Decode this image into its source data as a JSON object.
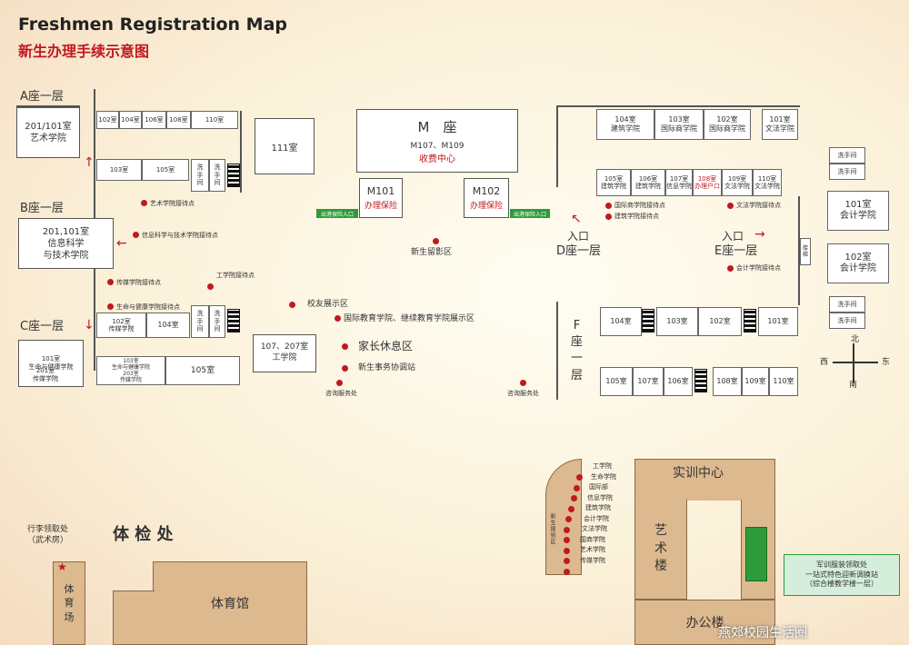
{
  "title_en": "Freshmen Registration Map",
  "title_cn": "新生办理手续示意图",
  "floors": {
    "a": "A座一层",
    "b": "B座一层",
    "c": "C座一层",
    "d_entry": "入口",
    "d": "D座一层",
    "e_entry": "入口",
    "e": "E座一层",
    "f": "F\n座\n一\n层"
  },
  "a_block": {
    "art": "201/101室\n艺术学院",
    "rooms_top": [
      "102室",
      "104室",
      "106室",
      "108室",
      "110室"
    ],
    "r103": "103室",
    "r105": "105室",
    "wash1": "洗\n手\n间",
    "wash2": "洗\n手\n间",
    "r111": "111室",
    "point": "艺术学院接待点"
  },
  "b_block": {
    "info": "201,101室\n信息科学\n与技术学院",
    "point1": "信息科学与技术学院接待点",
    "point2": "传媒学院接待点",
    "point3": "生命与健康学院接待点"
  },
  "c_block": {
    "r101": "101室\n生命与健康学院",
    "r201": "201室\n传媒学院",
    "r102": "102室\n传媒学院",
    "r104": "104室",
    "r103": "103室\n生命与健康学院\n203室\n传媒学院",
    "r105": "105室",
    "wash1": "洗\n手\n间",
    "wash2": "洗\n手\n间",
    "eng": "107、207室\n工学院",
    "eng_point": "工学院接待点"
  },
  "m_block": {
    "title": "M　座",
    "rooms": "M107、M109",
    "fee": "收费中心",
    "m101": "M101",
    "m101_sub": "办理保险",
    "m102": "M102",
    "m102_sub": "办理保险",
    "entry_left": "出港保险入口",
    "entry_right": "出港保险入口"
  },
  "center_labels": {
    "photo": "新生留影区",
    "alumni": "校友展示区",
    "intl": "国际教育学院、继续教育学院展示区",
    "parents": "家长休息区",
    "coord": "新生事务协调站",
    "consult1": "咨询服务处",
    "consult2": "咨询服务处"
  },
  "d_block": {
    "top_rooms": [
      "104室\n建筑学院",
      "103室\n国际商学院",
      "102室\n国际商学院",
      "101室\n文法学院"
    ],
    "mid_rooms": [
      "105室\n建筑学院",
      "106室\n建筑学院",
      "107室\n信息学院",
      "108室\n办理户口",
      "109室\n文法学院",
      "110室\n文法学院"
    ],
    "point1": "国际商学院接待点",
    "point2": "建筑学院接待点"
  },
  "e_block": {
    "small_rooms": [
      "洗手间",
      "洗手间"
    ],
    "r101": "101室\n会计学院",
    "r102": "102室\n会计学院",
    "small_rooms2": [
      "洗手间",
      "洗手间"
    ],
    "point_top": "文法学院接待点",
    "point_acc": "会计学院接待点",
    "side": "楼梯"
  },
  "f_block": {
    "row1": [
      "104室",
      "103室",
      "102室",
      "101室"
    ],
    "row2": [
      "105室",
      "107室",
      "106室",
      "108室",
      "109室",
      "110室"
    ]
  },
  "compass": {
    "n": "北",
    "s": "南",
    "e": "东",
    "w": "西"
  },
  "bottom": {
    "luggage": "行李领取处\n（武术房）",
    "gym_tall": "体\n育\n场",
    "exam": "体 检 处",
    "gym": "体育馆",
    "training": "实训中心",
    "art_building": "艺\n术\n楼",
    "office": "办公楼",
    "uniform": "军训服装领取处\n一站式特色迎新调换站\n（综合楼教学楼一层）",
    "path_label": "新生报到区",
    "colleges": [
      "工学院",
      "生命学院",
      "国际部",
      "信息学院",
      "建筑学院",
      "会计学院",
      "文法学院",
      "国商学院",
      "艺术学院",
      "传媒学院"
    ]
  },
  "watermark": "燕郊校园生活圈",
  "colors": {
    "red": "#c0191f",
    "green": "#2e9b3a",
    "tan": "#ddb98f"
  }
}
